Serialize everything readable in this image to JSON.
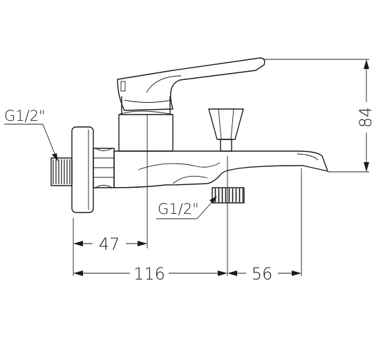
{
  "labels": {
    "inlet_thread": "G1/2\"",
    "outlet_thread": "G1/2\"",
    "dim_height": "84",
    "dim_wall_to_axis": "47",
    "dim_wall_to_outlet": "116",
    "dim_outlet_to_spout": "56"
  },
  "colors": {
    "line": "#1a1a1a",
    "background": "#ffffff"
  }
}
